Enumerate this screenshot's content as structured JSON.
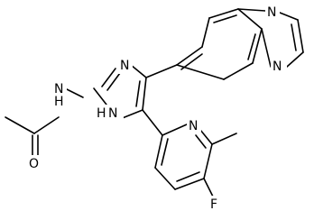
{
  "molecule": {
    "atom_labels": {
      "amide_n": "N",
      "imidazole_n": "N",
      "imidazole_nh": "N",
      "imidazole_h": "H",
      "quinox_n1": "N",
      "quinox_n4": "N",
      "carbonyl_o": "O",
      "pyridine_n": "N",
      "fluorine": "F",
      "amide_h": "H"
    }
  },
  "colors": {
    "bond": "#000000",
    "background": "#ffffff"
  }
}
